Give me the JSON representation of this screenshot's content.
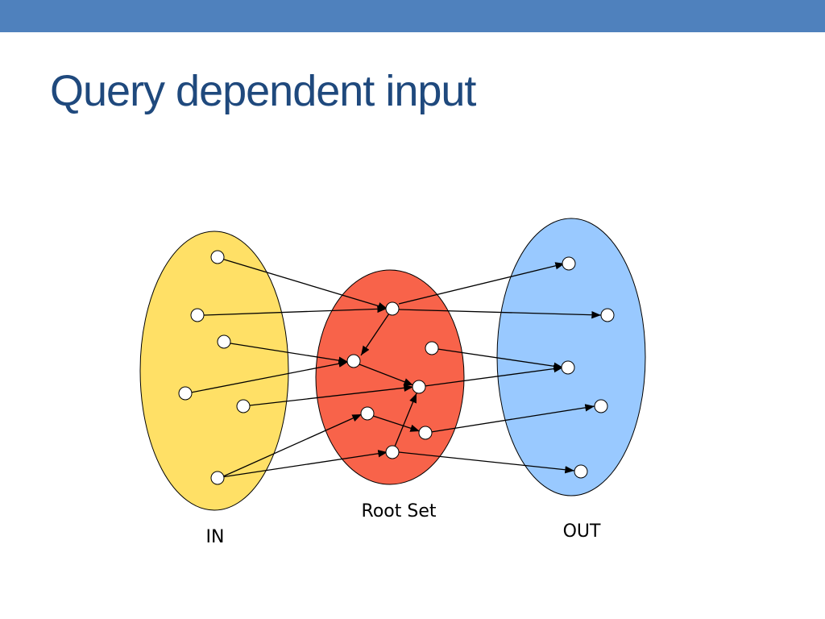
{
  "slide": {
    "title": "Query dependent input"
  },
  "diagram": {
    "sets": [
      {
        "id": "in",
        "label": "IN",
        "fill": "#ffe066"
      },
      {
        "id": "root",
        "label": "Root Set",
        "fill": "#f8634a"
      },
      {
        "id": "out",
        "label": "OUT",
        "fill": "#99c9ff"
      }
    ],
    "colors": {
      "bar": "#4f81bd",
      "title": "#1f497d",
      "node_fill": "#ffffff",
      "edge": "#000000"
    }
  }
}
